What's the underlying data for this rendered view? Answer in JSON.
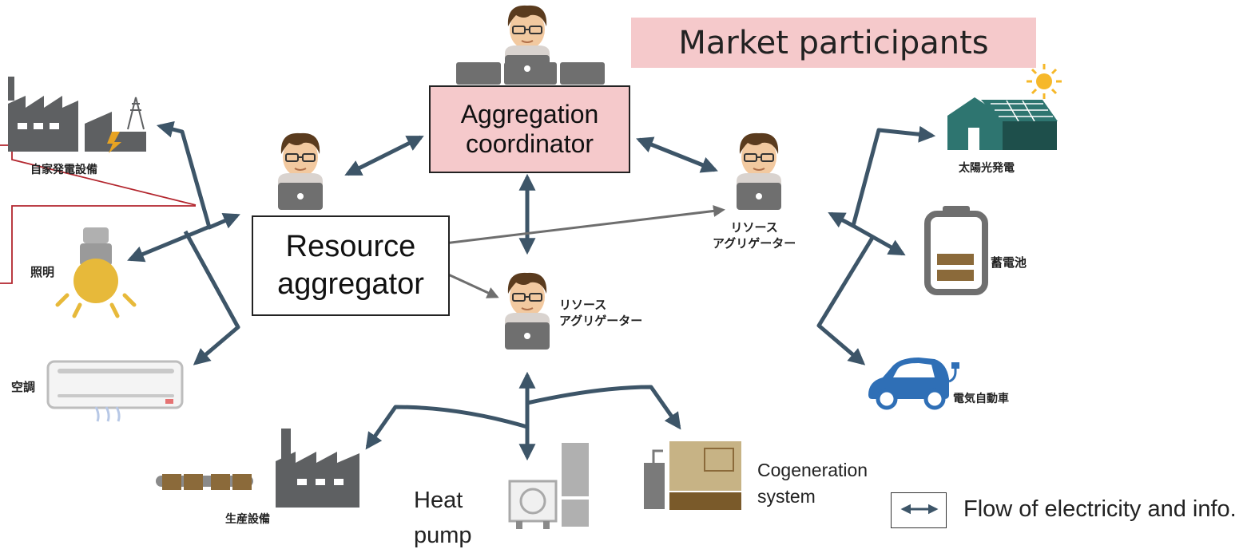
{
  "labels": {
    "market_participants": "Market participants",
    "aggregation_coordinator": "Aggregation\ncoordinator",
    "resource_aggregator": "Resource\naggregator",
    "resource_aggregator_jp_right": "リソース\nアグリゲーター",
    "resource_aggregator_jp_center": "リソース\nアグリゲーター",
    "self_generation": "自家発電設備",
    "lighting": "照明",
    "air_conditioning": "空調",
    "production_equipment": "生産設備",
    "heat_pump": "Heat\npump",
    "cogeneration": "Cogeneration\nsystem",
    "solar": "太陽光発電",
    "storage_battery": "蓄電池",
    "electric_vehicle": "電気自動車",
    "legend": "Flow of electricity and info."
  },
  "colors": {
    "arrow": "#3d5568",
    "pink": "#f5c9cb",
    "factory_gray": "#5e6062",
    "teal_house": "#2e7570",
    "bulb_yellow": "#e7b93a",
    "ev_blue": "#2f6fb6",
    "callout_red": "#b3262e"
  }
}
